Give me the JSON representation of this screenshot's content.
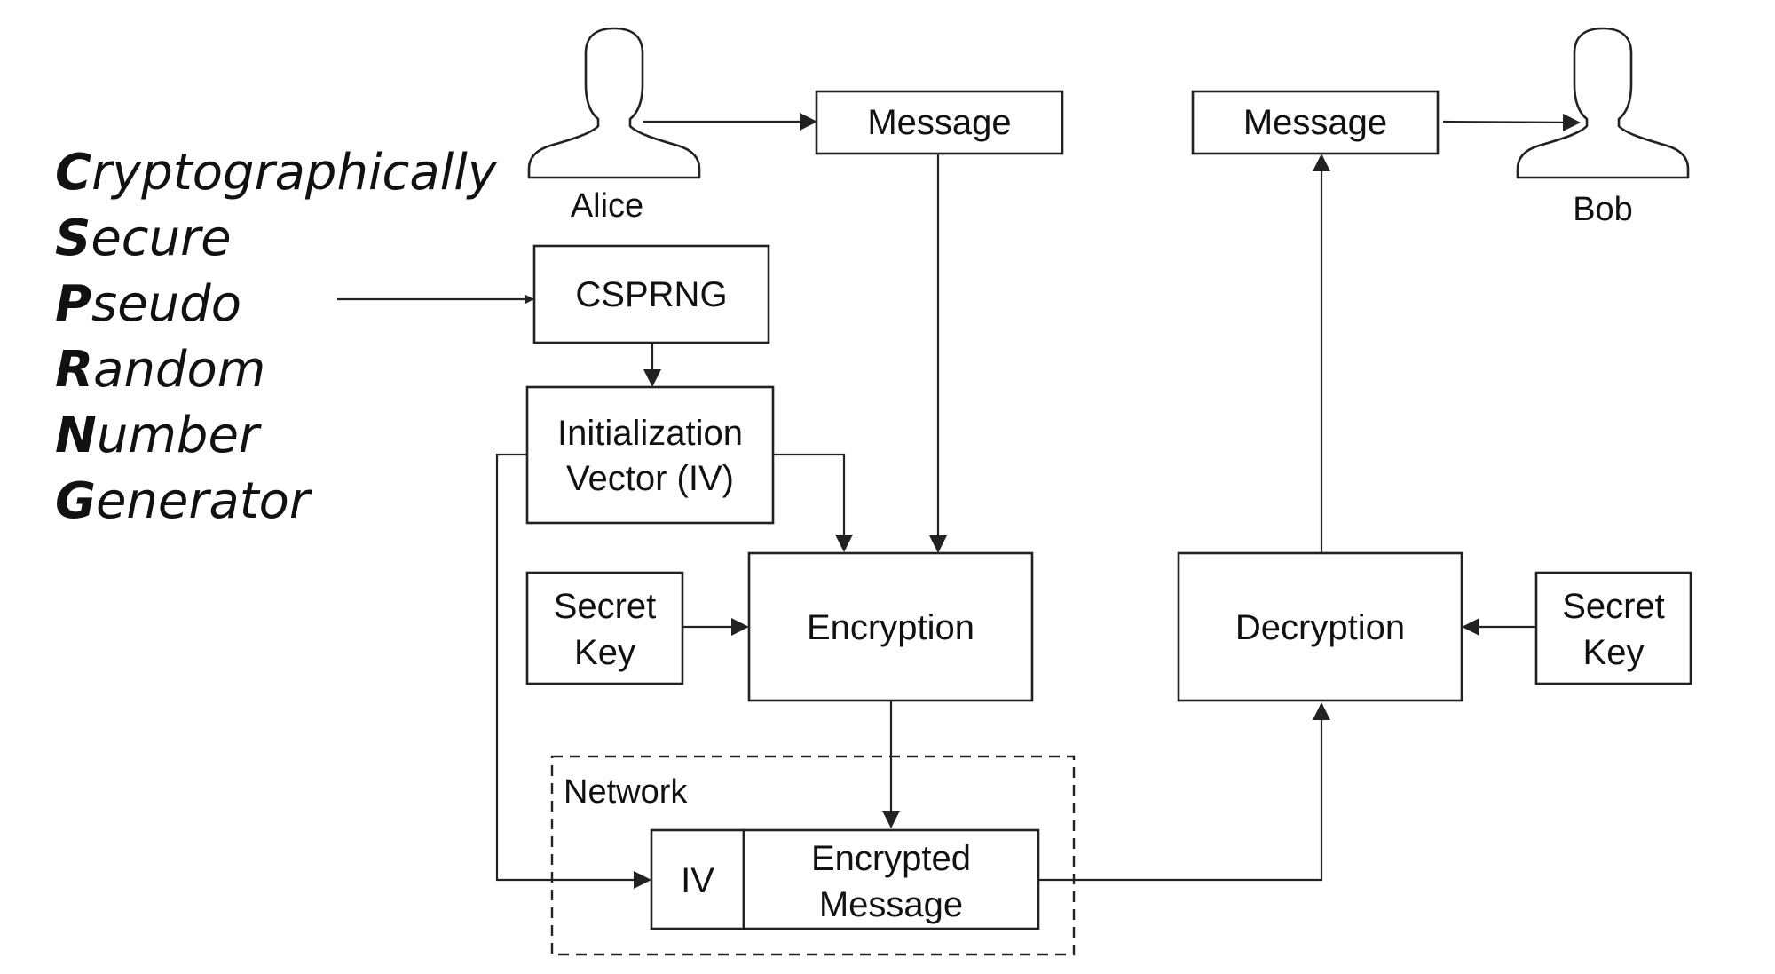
{
  "acronym": [
    {
      "initial": "C",
      "rest": "ryptographically"
    },
    {
      "initial": "S",
      "rest": "ecure"
    },
    {
      "initial": "P",
      "rest": "seudo"
    },
    {
      "initial": "R",
      "rest": "andom"
    },
    {
      "initial": "N",
      "rest": "umber"
    },
    {
      "initial": "G",
      "rest": "enerator"
    }
  ],
  "actors": {
    "sender": "Alice",
    "receiver": "Bob"
  },
  "boxes": {
    "message_in": "Message",
    "message_out": "Message",
    "csprng": "CSPRNG",
    "iv": [
      "Initialization",
      "Vector (IV)"
    ],
    "secret_key_enc": [
      "Secret",
      "Key"
    ],
    "encryption": "Encryption",
    "decryption": "Decryption",
    "secret_key_dec": [
      "Secret",
      "Key"
    ],
    "network": "Network",
    "packet_iv": "IV",
    "packet_msg": [
      "Encrypted",
      "Message"
    ]
  }
}
